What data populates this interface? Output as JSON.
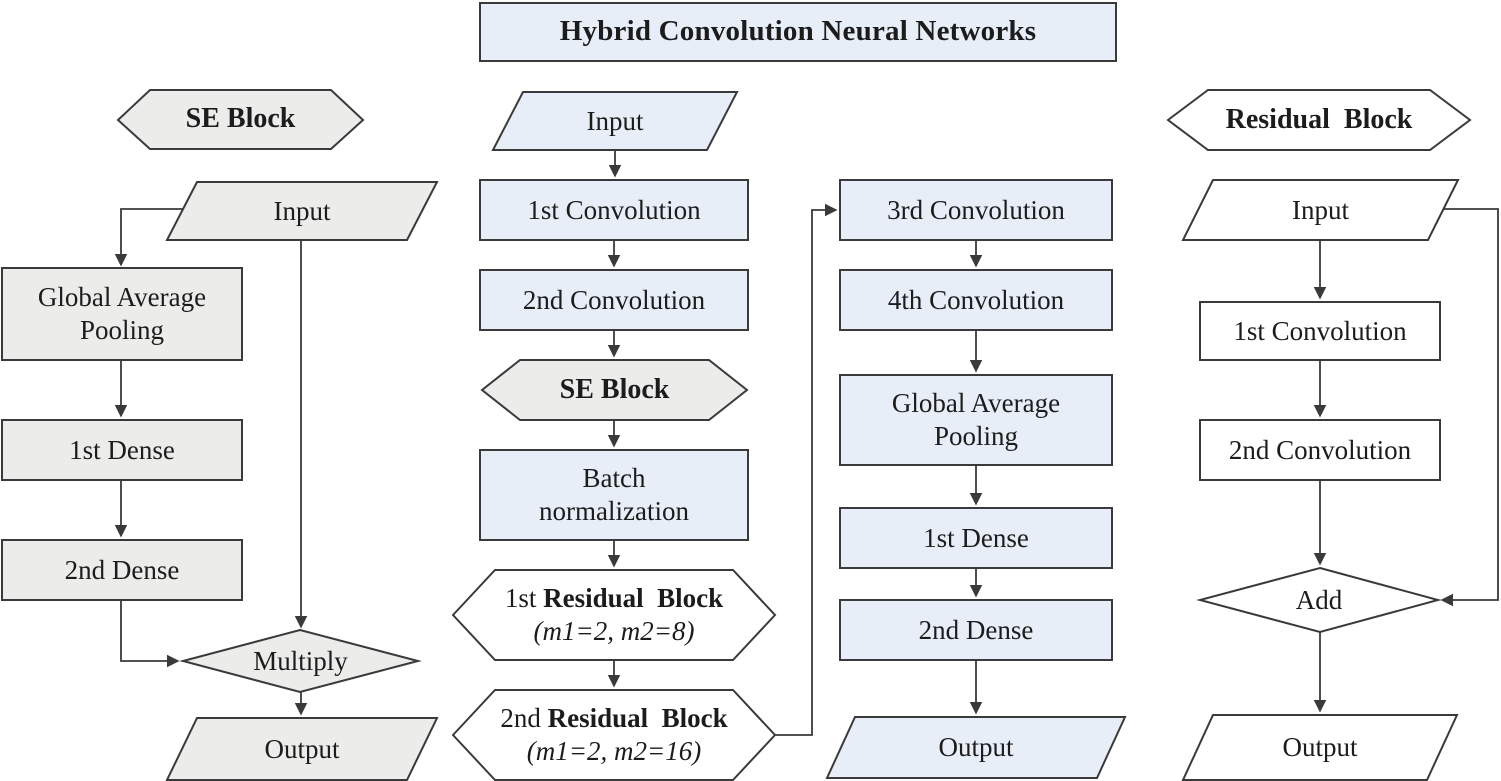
{
  "diagram": {
    "title": "Hybrid Convolution Neural Networks",
    "colors": {
      "node_blue": "#e8eef8",
      "node_gray": "#ececeb",
      "node_white": "#ffffff",
      "stroke": "#3a3a3a",
      "text": "#1c1c1c"
    },
    "se_panel": {
      "heading": "SE Block",
      "input": "Input",
      "global_average_pooling": {
        "line1": "Global Average",
        "line2": "Pooling"
      },
      "dense1": "1st Dense",
      "dense2": "2nd Dense",
      "multiply": "Multiply",
      "output": "Output"
    },
    "main_flow": {
      "input": "Input",
      "conv1": "1st Convolution",
      "conv2": "2nd Convolution",
      "se_block": "SE Block",
      "batch_norm": {
        "line1": "Batch",
        "line2": "normalization"
      },
      "residual1": {
        "prefix": "1st ",
        "name": "Residual  Block",
        "params": "(m1=2, m2=8)"
      },
      "residual2": {
        "prefix": "2nd ",
        "name": "Residual  Block",
        "params": "(m1=2, m2=16)"
      },
      "conv3": "3rd Convolution",
      "conv4": "4th Convolution",
      "global_average_pooling": {
        "line1": "Global Average",
        "line2": "Pooling"
      },
      "dense1": "1st Dense",
      "dense2": "2nd Dense",
      "output": "Output"
    },
    "residual_panel": {
      "heading": "Residual  Block",
      "input": "Input",
      "conv1": "1st Convolution",
      "conv2": "2nd Convolution",
      "add": "Add",
      "output": "Output"
    }
  }
}
